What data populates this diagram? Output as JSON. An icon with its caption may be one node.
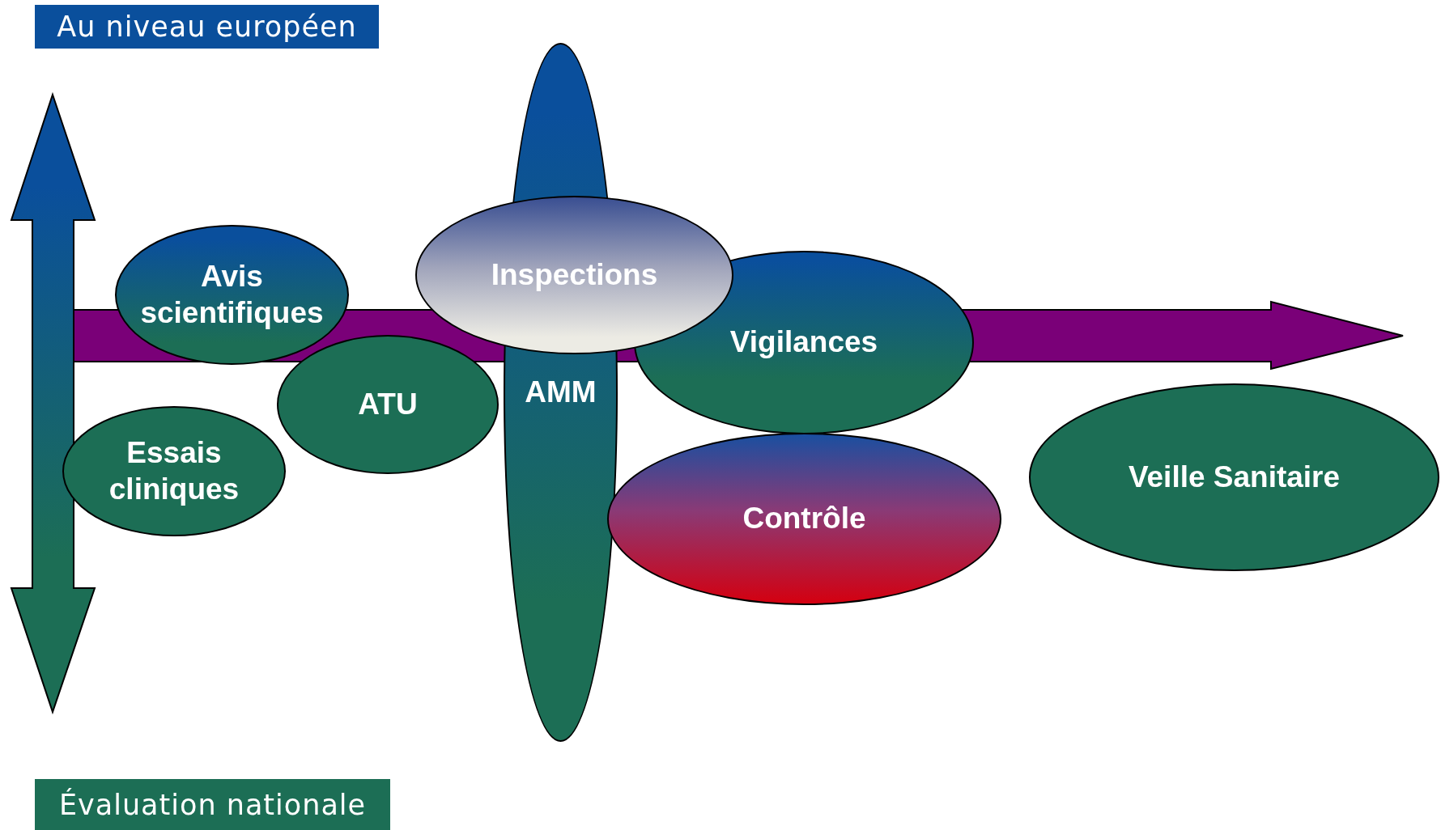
{
  "diagram": {
    "nodes": [
      {
        "text": [
          "Au niveau européen"
        ]
      },
      {
        "text": [
          "Inspections"
        ]
      },
      {
        "text": [
          "Avis scientifiques"
        ]
      },
      {
        "text": [
          "Vigilances"
        ]
      },
      {
        "text": [
          "ATU"
        ]
      },
      {
        "text": [
          "AMM"
        ]
      },
      {
        "text": [
          "Essais cliniques"
        ]
      },
      {
        "text": [
          "Contrôle"
        ]
      },
      {
        "text": [
          "Veille Sanitaire"
        ]
      },
      {
        "text": [
          "Évaluation nationale"
        ]
      }
    ],
    "edges": []
  }
}
